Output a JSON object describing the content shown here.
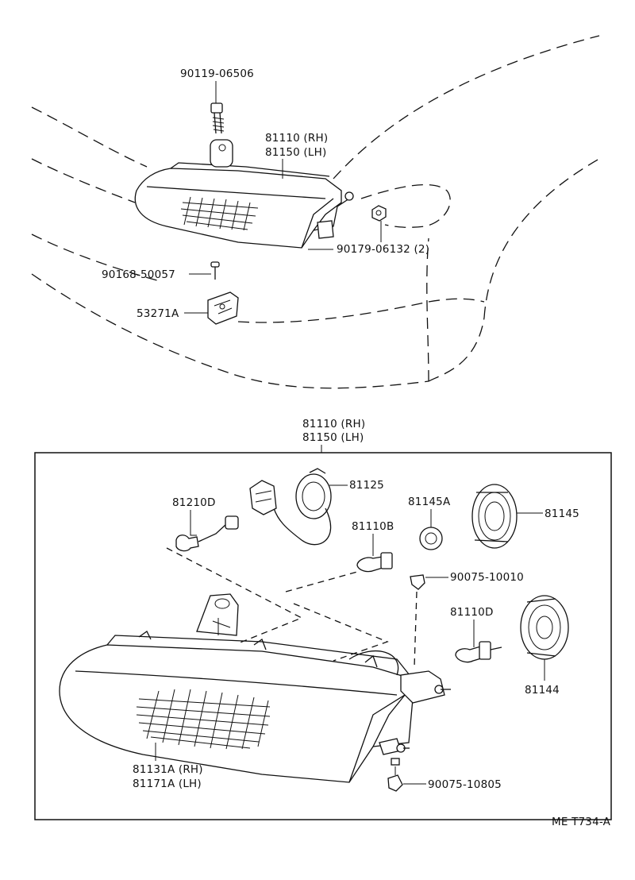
{
  "top_assembly": {
    "bolt_label": "90119-06506",
    "lamp_label_rh": "81110 (RH)",
    "lamp_label_lh": "81150 (LH)",
    "nut_label": "90179-06132 (2)",
    "screw_label": "90168-50057",
    "bracket_label": "53271A"
  },
  "detail_box": {
    "title_rh": "81110 (RH)",
    "title_lh": "81150 (LH)",
    "labels": {
      "bulb_small": "81210D",
      "socket_harness": "81125",
      "bulb_headlamp": "81110B",
      "cap_small": "81145A",
      "cover_ring": "81145",
      "clip_a": "90075-10010",
      "bulb_side": "81110D",
      "socket_ring": "81144",
      "lens_rh": "81131A (RH)",
      "lens_lh": "81171A (LH)",
      "clip_b": "90075-10805"
    }
  },
  "figure_code": "ME T734-A"
}
